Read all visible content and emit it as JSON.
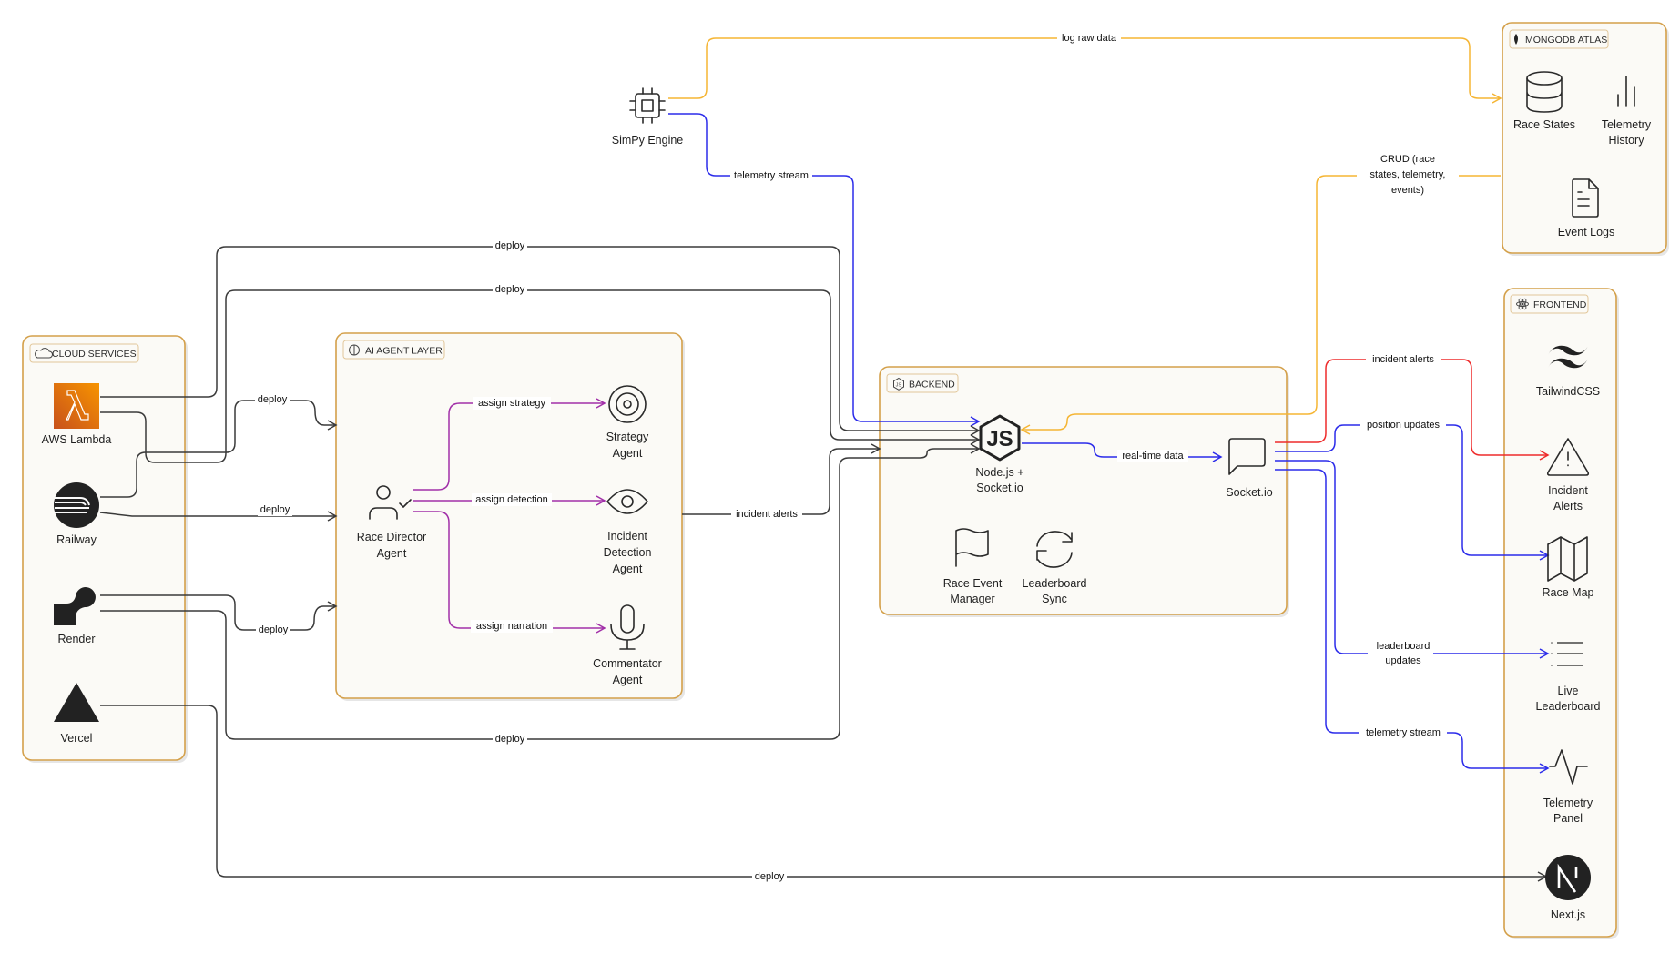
{
  "colors": {
    "deploy": "#3a3a3a",
    "telemetry": "#2b2bea",
    "storage": "#f5b533",
    "agent": "#a12fa8",
    "alert": "#ee2b2b",
    "group_border": "#d4a04a",
    "group_fill": "#fbfaf6",
    "lambda_orange": "#e8730d"
  },
  "groups": {
    "cloud": {
      "label": "CLOUD SERVICES",
      "icon": "cloud-icon"
    },
    "ai": {
      "label": "AI AGENT LAYER",
      "icon": "brain-icon"
    },
    "backend": {
      "label": "BACKEND",
      "icon": "js-icon"
    },
    "mongo": {
      "label": "MONGODB ATLAS",
      "icon": "leaf-icon"
    },
    "frontend": {
      "label": "FRONTEND",
      "icon": "react-icon"
    }
  },
  "nodes": {
    "simpy": {
      "label": "SimPy Engine",
      "icon": "cpu-icon"
    },
    "lambda": {
      "label": "AWS Lambda",
      "icon": "lambda-icon"
    },
    "railway": {
      "label": "Railway",
      "icon": "railway-icon"
    },
    "render": {
      "label": "Render",
      "icon": "render-icon"
    },
    "vercel": {
      "label": "Vercel",
      "icon": "vercel-triangle-icon"
    },
    "race_director": {
      "label_1": "Race Director",
      "label_2": "Agent",
      "icon": "user-check-icon"
    },
    "strategy": {
      "label_1": "Strategy",
      "label_2": "Agent",
      "icon": "target-icon"
    },
    "incident_detection": {
      "label_1": "Incident",
      "label_2": "Detection",
      "label_3": "Agent",
      "icon": "eye-icon"
    },
    "commentator": {
      "label_1": "Commentator",
      "label_2": "Agent",
      "icon": "microphone-icon"
    },
    "nodejs": {
      "label_1": "Node.js +",
      "label_2": "Socket.io",
      "icon": "nodejs-icon"
    },
    "socketio": {
      "label": "Socket.io",
      "icon": "chat-bubble-icon"
    },
    "race_event_manager": {
      "label_1": "Race Event",
      "label_2": "Manager",
      "icon": "flag-icon"
    },
    "leaderboard_sync": {
      "label_1": "Leaderboard",
      "label_2": "Sync",
      "icon": "refresh-icon"
    },
    "race_states": {
      "label": "Race States",
      "icon": "database-icon"
    },
    "telemetry_history": {
      "label_1": "Telemetry",
      "label_2": "History",
      "icon": "bar-chart-icon"
    },
    "event_logs": {
      "label": "Event Logs",
      "icon": "document-icon"
    },
    "tailwind": {
      "label": "TailwindCSS",
      "icon": "tailwind-icon"
    },
    "incident_alerts": {
      "label_1": "Incident",
      "label_2": "Alerts",
      "icon": "warning-triangle-icon"
    },
    "race_map": {
      "label": "Race Map",
      "icon": "map-icon"
    },
    "live_leaderboard": {
      "label_1": "Live",
      "label_2": "Leaderboard",
      "icon": "list-icon"
    },
    "telemetry_panel": {
      "label_1": "Telemetry",
      "label_2": "Panel",
      "icon": "pulse-icon"
    },
    "nextjs": {
      "label": "Next.js",
      "icon": "nextjs-icon"
    }
  },
  "edges": {
    "log_raw_data": "log raw data",
    "simpy_telemetry": "telemetry stream",
    "crud_1": "CRUD (race",
    "crud_2": "states, telemetry,",
    "crud_3": "events)",
    "deploy_lambda_backend": "deploy",
    "deploy_railway_backend": "deploy",
    "deploy_lambda_ai": "deploy",
    "deploy_railway_ai": "deploy",
    "deploy_render_ai": "deploy",
    "deploy_render_backend": "deploy",
    "deploy_vercel_next": "deploy",
    "assign_strategy": "assign strategy",
    "assign_detection": "assign detection",
    "assign_narration": "assign narration",
    "ai_incident_alerts": "incident alerts",
    "realtime_data": "real-time data",
    "fe_incident_alerts": "incident alerts",
    "position_updates": "position updates",
    "leaderboard_updates_1": "leaderboard",
    "leaderboard_updates_2": "updates",
    "fe_telemetry_stream": "telemetry stream"
  }
}
